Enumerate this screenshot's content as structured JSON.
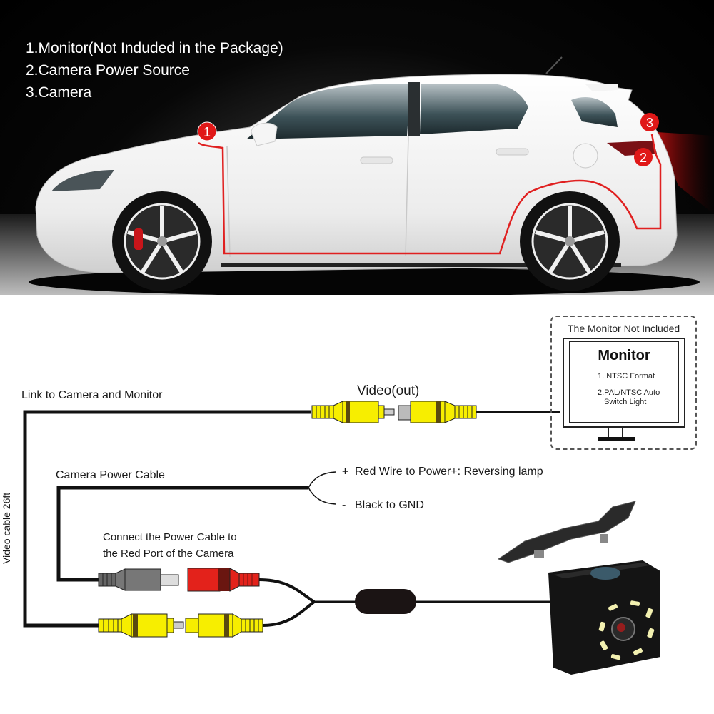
{
  "photo": {
    "legend": [
      "1.Monitor(Not Induded in the Package)",
      "2.Camera Power Source",
      "3.Camera"
    ],
    "markers": [
      {
        "number": "1",
        "label": "Monitor"
      },
      {
        "number": "2",
        "label": "Camera Power Source"
      },
      {
        "number": "3",
        "label": "Camera"
      }
    ],
    "wire_color": "#e02020",
    "marker_color": "#e01818"
  },
  "diagram": {
    "link_label": "Link to Camera and Monitor",
    "video_out_label": "Video(out)",
    "video_cable_label": "Video cable 26ft",
    "power_cable_label": "Camera Power Cable",
    "red_wire": {
      "sign": "+",
      "text": "Red Wire to Power+: Reversing lamp"
    },
    "black_wire": {
      "sign": "-",
      "text": "Black to GND"
    },
    "connect_note": [
      "Connect the Power Cable to",
      "the Red Port of the Camera"
    ],
    "monitor": {
      "note": "The Monitor Not Included",
      "title": "Monitor",
      "spec1": "1. NTSC Format",
      "spec2_line1": "2.PAL/NTSC Auto",
      "spec2_line2": "Switch Light"
    },
    "colors": {
      "rca_yellow": "#f7ee00",
      "rca_band": "#5a4a10",
      "power_red": "#e3221b",
      "power_gray": "#777777",
      "wire": "#111111",
      "camera_body": "#141414",
      "led": "#f2f0b0"
    }
  }
}
